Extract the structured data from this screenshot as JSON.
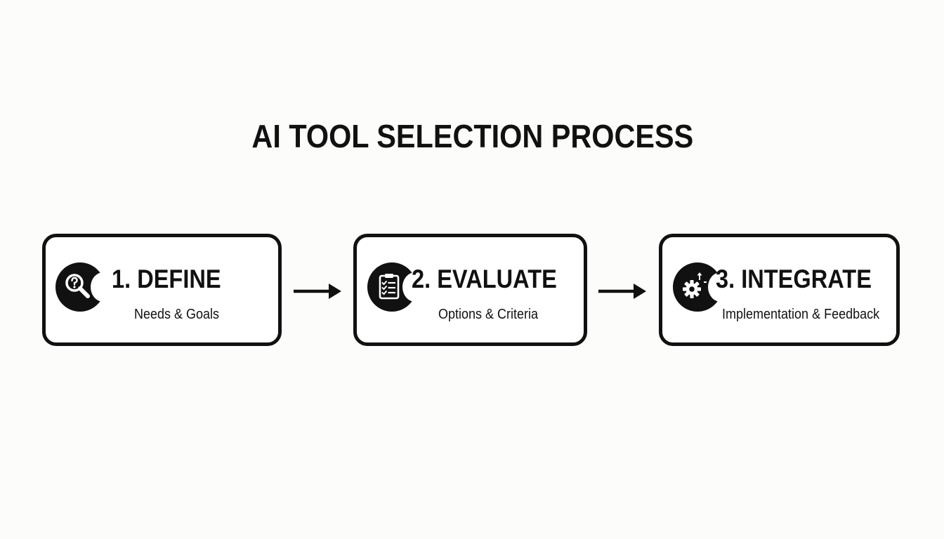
{
  "diagram": {
    "title": "AI TOOL SELECTION PROCESS",
    "colors": {
      "ink": "#111111",
      "background": "#fcfcfa",
      "box_fill": "#ffffff"
    },
    "steps": [
      {
        "title": "1. DEFINE",
        "subtitle": "Needs & Goals",
        "icon": "magnifier-question-icon"
      },
      {
        "title": "2. EVALUATE",
        "subtitle": "Options & Criteria",
        "icon": "clipboard-checklist-icon"
      },
      {
        "title": "3. INTEGRATE",
        "subtitle": "Implementation & Feedback",
        "icon": "gear-arrows-icon"
      }
    ],
    "connectors": [
      {
        "from": "1. DEFINE",
        "to": "2. EVALUATE",
        "style": "right-arrow"
      },
      {
        "from": "2. EVALUATE",
        "to": "3. INTEGRATE",
        "style": "right-arrow"
      }
    ]
  }
}
